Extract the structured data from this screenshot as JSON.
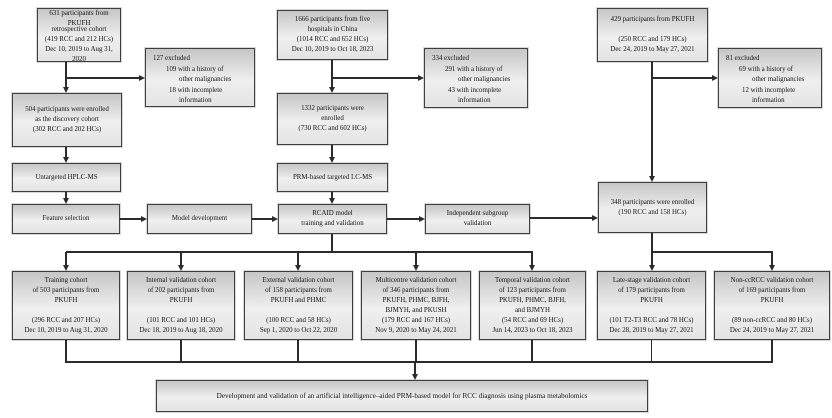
{
  "diagram": {
    "source_retrospective": {
      "lines": [
        "631 participants from PKUFH",
        "retrospective cohort",
        "(419 RCC and 212 HCs)",
        "Dec 10, 2019 to Aug 31, 2020"
      ]
    },
    "excluded_discovery": {
      "lines": [
        "127 excluded",
        "109 with a history of",
        "other malignancies",
        "18 with incomplete",
        "information"
      ]
    },
    "enrolled_discovery": {
      "lines": [
        "504 participants were enrolled",
        "as the discovery cohort",
        "(302 RCC and 202 HCs)"
      ]
    },
    "untargeted_label": "Untargeted HPLC-MS",
    "feature_selection_label": "Feature selection",
    "model_development_label": "Model development",
    "source_multicentre": {
      "lines": [
        "1666 participants from five",
        "hospitals in China",
        "(1014 RCC and 652 HCs)",
        "Dec 10, 2019 to Oct 18, 2023"
      ]
    },
    "excluded_multicentre": {
      "lines": [
        "334 excluded",
        "291 with a history of",
        "other malignancies",
        "43 with incomplete",
        "information"
      ]
    },
    "enrolled_multicentre": {
      "lines": [
        "1332 participants were",
        "enrolled",
        "(730 RCC and 602 HCs)"
      ]
    },
    "prm_label": "PRM-based targeted LC-MS",
    "rcaid": {
      "lines": [
        "RCAID model",
        "training and validation"
      ]
    },
    "independent": {
      "lines": [
        "Independent subgroup",
        "validation"
      ]
    },
    "source_independent": {
      "lines": [
        "429 participants from PKUFH",
        "",
        "(250 RCC and 179 HCs)",
        "Dec 24, 2019 to May 27, 2021"
      ]
    },
    "excluded_independent": {
      "lines": [
        "81 excluded",
        "69 with a history of",
        "other malignancies",
        "12 with incomplete",
        "information"
      ]
    },
    "enrolled_independent": {
      "lines": [
        "348 participants were enrolled",
        "(190 RCC and 158 HCs)"
      ]
    },
    "cohorts": [
      {
        "lines": [
          "Training cohort",
          "of 503 participants from",
          "PKUFH",
          "",
          "(296 RCC and 207 HCs)",
          "Dec 10, 2019 to Aug 31, 2020"
        ]
      },
      {
        "lines": [
          "Internal validation cohort",
          "of 202 participants from",
          "PKUFH",
          "",
          "(101 RCC and 101 HCs)",
          "Dec 18, 2019 to Aug 18, 2020"
        ]
      },
      {
        "lines": [
          "External validation cohort",
          "of 158 participants from",
          "PKUFH and PHMC",
          "",
          "(100 RCC and 58 HCs)",
          "Sep 1, 2020 to Oct 22, 2020"
        ]
      },
      {
        "lines": [
          "Multicentre validation cohort",
          "of 346 participants from",
          "PKUFH, PHMC, BJFH,",
          "BJMYH, and PKUSH",
          "(179 RCC and 167 HCs)",
          "Nov 9, 2020 to May 24, 2021"
        ]
      },
      {
        "lines": [
          "Temporal validation cohort",
          "of 123 participants from",
          "PKUFH, PHMC, BJFH,",
          "and BJMYH",
          "(54 RCC and 69 HCs)",
          "Jun 14, 2023 to Oct 18, 2023"
        ]
      },
      {
        "lines": [
          "Late-stage validation cohort",
          "of 179 participants from",
          "PKUFH",
          "",
          "(101 T2-T3 RCC and 78 HCs)",
          "Dec 28, 2019 to May 27, 2021"
        ]
      },
      {
        "lines": [
          "Non-ccRCC validation cohort",
          "of 169 participants from",
          "PKUFH",
          "",
          "(89 non-ccRCC and 80 HCs)",
          "Dec 24, 2019 to May 27, 2021"
        ]
      }
    ],
    "conclusion_label": "Development and validation of an artificial intelligence–aided PRM-based model for RCC diagnosis using plasma metabolomics",
    "colors": {
      "box_border": "#3f3f3f",
      "box_fill_top": "#c6c6c6",
      "box_fill_bottom": "#efefef",
      "connector": "#2b2b2b",
      "text": "#111111",
      "background": "#ffffff"
    }
  }
}
